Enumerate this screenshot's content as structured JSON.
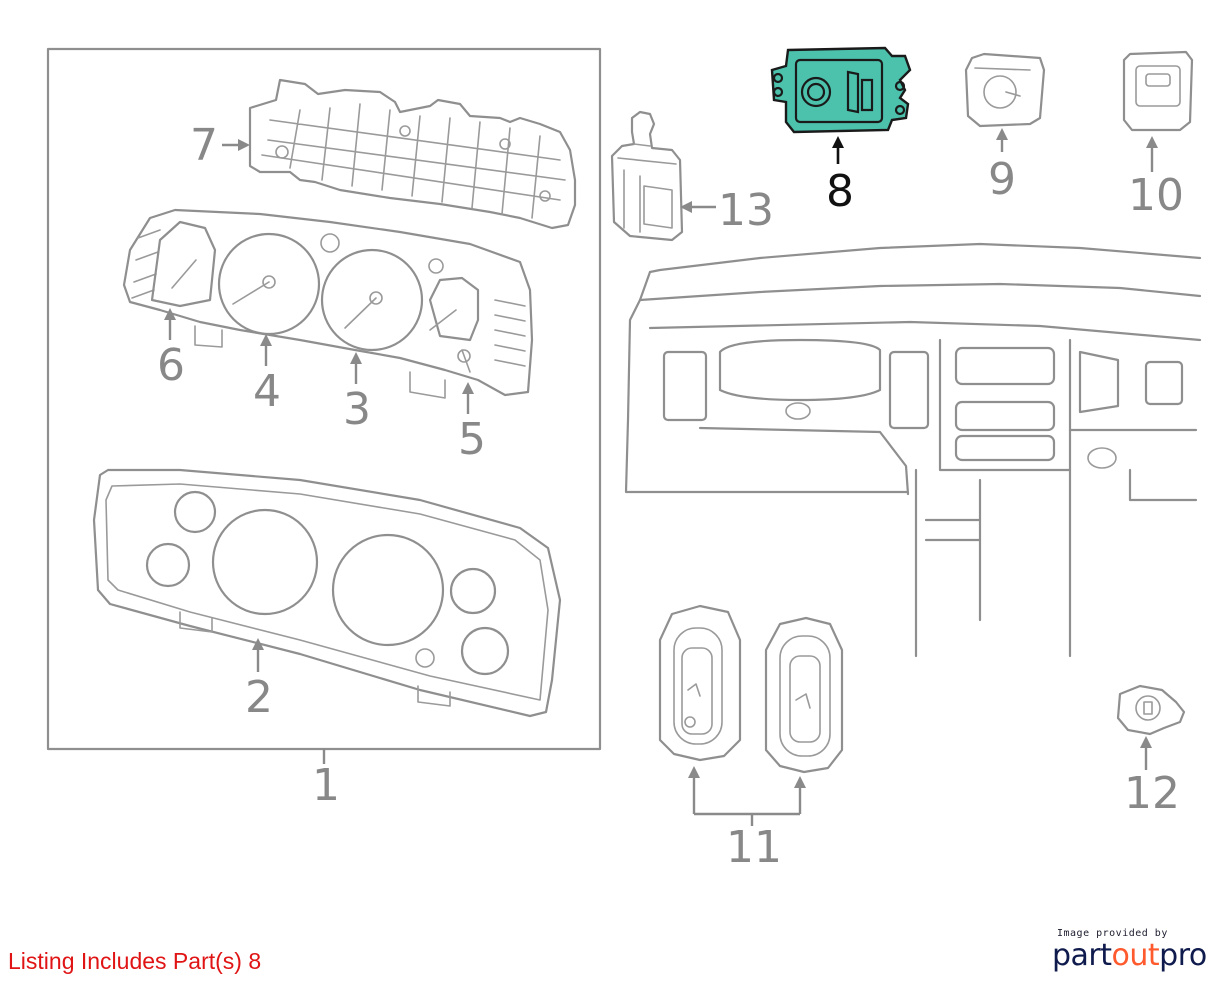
{
  "diagram": {
    "callouts": [
      {
        "id": "1",
        "label": "1"
      },
      {
        "id": "2",
        "label": "2"
      },
      {
        "id": "3",
        "label": "3"
      },
      {
        "id": "4",
        "label": "4"
      },
      {
        "id": "5",
        "label": "5"
      },
      {
        "id": "6",
        "label": "6"
      },
      {
        "id": "7",
        "label": "7"
      },
      {
        "id": "8",
        "label": "8",
        "highlighted": true
      },
      {
        "id": "9",
        "label": "9"
      },
      {
        "id": "10",
        "label": "10"
      },
      {
        "id": "11",
        "label": "11"
      },
      {
        "id": "12",
        "label": "12"
      },
      {
        "id": "13",
        "label": "13"
      }
    ],
    "highlight_color": "#4cc2ad",
    "line_color": "#8f8f8f"
  },
  "footer": {
    "listing_note": "Listing Includes Part(s) 8",
    "listing_note_color": "#e01414",
    "provider_caption": "Image provided by",
    "provider_logo_part1": "part",
    "provider_logo_part2": "out",
    "provider_logo_part3": "pro",
    "provider_logo_color": "#0f1a4d",
    "provider_accent_color": "#ff5a2e"
  }
}
